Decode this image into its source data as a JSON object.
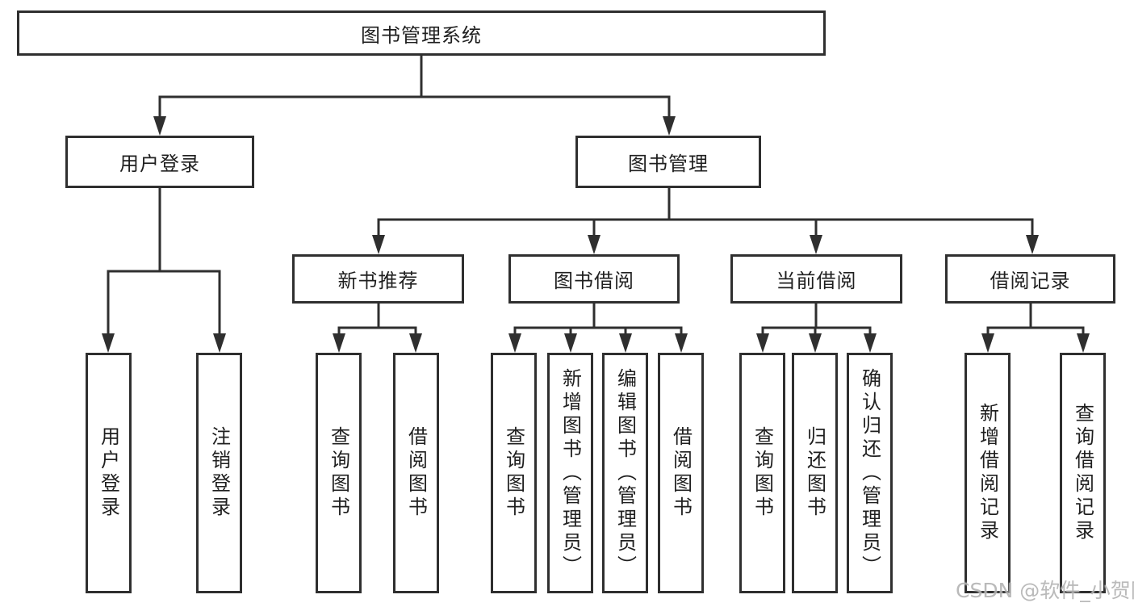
{
  "tree": {
    "title": "图书管理系统",
    "children": [
      {
        "label": "用户登录",
        "children": [
          {
            "label": "用户登录"
          },
          {
            "label": "注销登录"
          }
        ]
      },
      {
        "label": "图书管理",
        "children": [
          {
            "label": "新书推荐",
            "children": [
              {
                "label": "查询图书"
              },
              {
                "label": "借阅图书"
              }
            ]
          },
          {
            "label": "图书借阅",
            "children": [
              {
                "label": "查询图书"
              },
              {
                "label": "新增图书（管理员）"
              },
              {
                "label": "编辑图书（管理员）"
              },
              {
                "label": "借阅图书"
              }
            ]
          },
          {
            "label": "当前借阅",
            "children": [
              {
                "label": "查询图书"
              },
              {
                "label": "归还图书"
              },
              {
                "label": "确认归还（管理员）"
              }
            ]
          },
          {
            "label": "借阅记录",
            "children": [
              {
                "label": "新增借阅记录"
              },
              {
                "label": "查询借阅记录"
              }
            ]
          }
        ]
      }
    ]
  },
  "watermark": "CSDN @软件_小贺同学",
  "colors": {
    "line": "#2f2f2f",
    "text": "#1f1f1f",
    "watermark": "#b3b3b3",
    "background": "#ffffff"
  }
}
